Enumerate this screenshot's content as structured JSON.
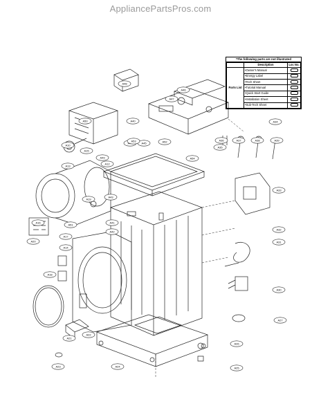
{
  "watermark": "AppliancePartsPros.com",
  "legend": {
    "title": "*The following parts are not illustrated",
    "columns": [
      "Description",
      "Loc No."
    ],
    "group_label": "Parts List",
    "items": [
      "•Owner's Manual",
      "•Energy Label",
      "•Tech Sheet",
      "•Tutorial Manual",
      "•Quick Start Guide",
      "•Installation Sheet",
      "•Sub-Tech Sheet"
    ]
  },
  "callouts": [
    {
      "id": "c-A48",
      "label": "A48"
    },
    {
      "id": "c-A50",
      "label": "A50"
    },
    {
      "id": "c-A40",
      "label": "A40"
    },
    {
      "id": "c-A10",
      "label": "A10"
    },
    {
      "id": "c-A15",
      "label": "A15"
    },
    {
      "id": "c-A13",
      "label": "A13"
    },
    {
      "id": "c-A12",
      "label": "A12"
    },
    {
      "id": "c-A19",
      "label": "A19"
    },
    {
      "id": "c-A16",
      "label": "A16"
    },
    {
      "id": "c-A17",
      "label": "A17"
    },
    {
      "id": "c-A20",
      "label": "A20"
    },
    {
      "id": "c-A14",
      "label": "A14"
    },
    {
      "id": "c-A18",
      "label": "A18"
    },
    {
      "id": "c-A21",
      "label": "A21"
    },
    {
      "id": "c-A22",
      "label": "A22"
    },
    {
      "id": "c-A23",
      "label": "A23"
    },
    {
      "id": "c-A24",
      "label": "A24"
    },
    {
      "id": "c-A25",
      "label": "A25"
    },
    {
      "id": "c-A26",
      "label": "A26"
    },
    {
      "id": "c-A27",
      "label": "A27"
    },
    {
      "id": "c-A30",
      "label": "A30"
    },
    {
      "id": "c-A31",
      "label": "A31"
    },
    {
      "id": "c-A32",
      "label": "A32"
    },
    {
      "id": "c-A33",
      "label": "A33"
    },
    {
      "id": "c-A34",
      "label": "A34"
    },
    {
      "id": "c-A35",
      "label": "A35"
    },
    {
      "id": "c-A36",
      "label": "A36"
    },
    {
      "id": "c-A37",
      "label": "A37"
    },
    {
      "id": "c-A38",
      "label": "A38"
    },
    {
      "id": "c-A39",
      "label": "A39"
    },
    {
      "id": "c-A41",
      "label": "A41"
    },
    {
      "id": "c-A42",
      "label": "A42"
    },
    {
      "id": "c-A43",
      "label": "A43"
    },
    {
      "id": "c-A44",
      "label": "A44"
    },
    {
      "id": "c-A45",
      "label": "A45"
    },
    {
      "id": "c-A46",
      "label": "A46"
    },
    {
      "id": "c-A47",
      "label": "A47"
    },
    {
      "id": "c-A49",
      "label": "A49"
    },
    {
      "id": "c-A51",
      "label": "A51"
    },
    {
      "id": "c-A52",
      "label": "A52"
    },
    {
      "id": "c-A53",
      "label": "A53"
    },
    {
      "id": "c-A54",
      "label": "A54"
    }
  ]
}
